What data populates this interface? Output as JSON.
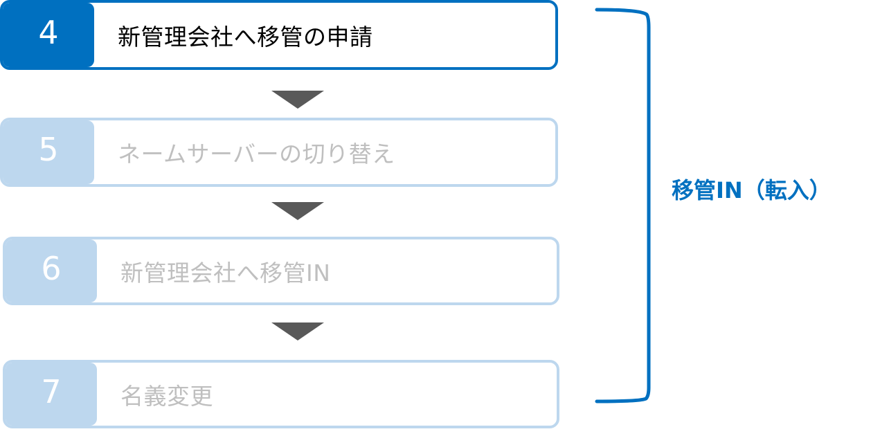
{
  "colors": {
    "active": "#0070C0",
    "inactive": "#BDD7EE",
    "inactive_text": "#BFBFBF",
    "active_text": "#000000",
    "arrow": "#595959"
  },
  "steps": [
    {
      "number": "4",
      "label": "新管理会社へ移管の申請",
      "state": "active"
    },
    {
      "number": "5",
      "label": "ネームサーバーの切り替え",
      "state": "inactive"
    },
    {
      "number": "6",
      "label": "新管理会社へ移管IN",
      "state": "inactive"
    },
    {
      "number": "7",
      "label": "名義変更",
      "state": "inactive"
    }
  ],
  "bracket": {
    "label": "移管IN（転入）"
  }
}
